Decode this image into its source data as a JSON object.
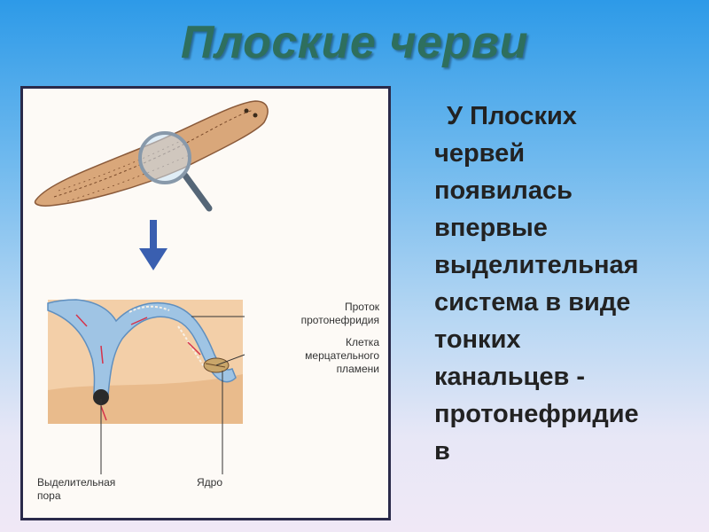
{
  "slide": {
    "title": "Плоские черви",
    "text_lines": [
      "У Плоских",
      "червей",
      "появилась",
      "впервые",
      "выделительная",
      "система в виде",
      "тонких",
      "канальцев -",
      "протонефридие",
      "в"
    ]
  },
  "figure": {
    "labels": {
      "duct_line1": "Проток",
      "duct_line2": "протонефридия",
      "cell_line1": "Клетка",
      "cell_line2": "мерцательного",
      "cell_line3": "пламени",
      "pore_line1": "Выделительная",
      "pore_line2": "пора",
      "nucleus": "Ядро"
    }
  },
  "colors": {
    "title": "#2e6f5e",
    "canal": "#9fc4e4",
    "tissue": "#f3cfa8",
    "worm": "#d9a77a",
    "arrow": "#3a5fb0"
  }
}
